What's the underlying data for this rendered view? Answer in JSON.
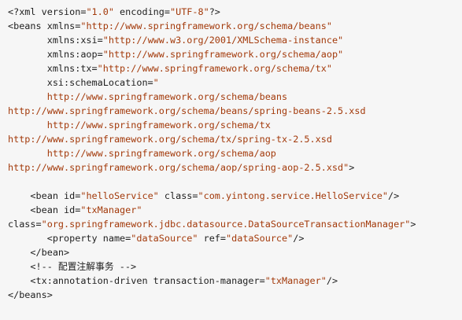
{
  "code": {
    "language": "xml",
    "lines": [
      [
        {
          "t": "<?xml version=",
          "c": "text"
        },
        {
          "t": "\"1.0\"",
          "c": "str"
        },
        {
          "t": " encoding=",
          "c": "text"
        },
        {
          "t": "\"UTF-8\"",
          "c": "str"
        },
        {
          "t": "?>",
          "c": "text"
        }
      ],
      [
        {
          "t": "<beans xmlns=",
          "c": "tag"
        },
        {
          "t": "\"http://www.springframework.org/schema/beans\"",
          "c": "str"
        }
      ],
      [
        {
          "t": "       xmlns:xsi=",
          "c": "attr"
        },
        {
          "t": "\"http://www.w3.org/2001/XMLSchema-instance\"",
          "c": "str"
        }
      ],
      [
        {
          "t": "       xmlns:aop=",
          "c": "attr"
        },
        {
          "t": "\"http://www.springframework.org/schema/aop\"",
          "c": "str"
        }
      ],
      [
        {
          "t": "       xmlns:tx=",
          "c": "attr"
        },
        {
          "t": "\"http://www.springframework.org/schema/tx\"",
          "c": "str"
        }
      ],
      [
        {
          "t": "       xsi:schemaLocation=",
          "c": "attr"
        },
        {
          "t": "\"",
          "c": "str"
        }
      ],
      [
        {
          "t": "       http://www.springframework.org/schema/beans",
          "c": "url"
        }
      ],
      [
        {
          "t": "http://www.springframework.org/schema/beans/spring-beans-2.5.xsd",
          "c": "url"
        }
      ],
      [
        {
          "t": "       http://www.springframework.org/schema/tx",
          "c": "url"
        }
      ],
      [
        {
          "t": "http://www.springframework.org/schema/tx/spring-tx-2.5.xsd",
          "c": "url"
        }
      ],
      [
        {
          "t": "       http://www.springframework.org/schema/aop",
          "c": "url"
        }
      ],
      [
        {
          "t": "http://www.springframework.org/schema/aop/spring-aop-2.5.xsd\"",
          "c": "url"
        },
        {
          "t": ">",
          "c": "tag"
        }
      ],
      [
        {
          "t": "",
          "c": "text"
        }
      ],
      [
        {
          "t": "    <bean id=",
          "c": "tag"
        },
        {
          "t": "\"helloService\"",
          "c": "str"
        },
        {
          "t": " class=",
          "c": "attr"
        },
        {
          "t": "\"com.yintong.service.HelloService\"",
          "c": "str"
        },
        {
          "t": "/>",
          "c": "tag"
        }
      ],
      [
        {
          "t": "    <bean id=",
          "c": "tag"
        },
        {
          "t": "\"txManager\"",
          "c": "str"
        }
      ],
      [
        {
          "t": "class=",
          "c": "attr"
        },
        {
          "t": "\"org.springframework.jdbc.datasource.DataSourceTransactionManager\"",
          "c": "str"
        },
        {
          "t": ">",
          "c": "tag"
        }
      ],
      [
        {
          "t": "       <property name=",
          "c": "tag"
        },
        {
          "t": "\"dataSource\"",
          "c": "str"
        },
        {
          "t": " ref=",
          "c": "attr"
        },
        {
          "t": "\"dataSource\"",
          "c": "str"
        },
        {
          "t": "/>",
          "c": "tag"
        }
      ],
      [
        {
          "t": "    </bean>",
          "c": "tag"
        }
      ],
      [
        {
          "t": "    <!-- 配置注解事务 -->",
          "c": "comment"
        }
      ],
      [
        {
          "t": "    <tx:annotation-driven transaction-manager=",
          "c": "tag"
        },
        {
          "t": "\"txManager\"",
          "c": "str"
        },
        {
          "t": "/>",
          "c": "tag"
        }
      ],
      [
        {
          "t": "</beans>",
          "c": "tag"
        }
      ]
    ]
  }
}
